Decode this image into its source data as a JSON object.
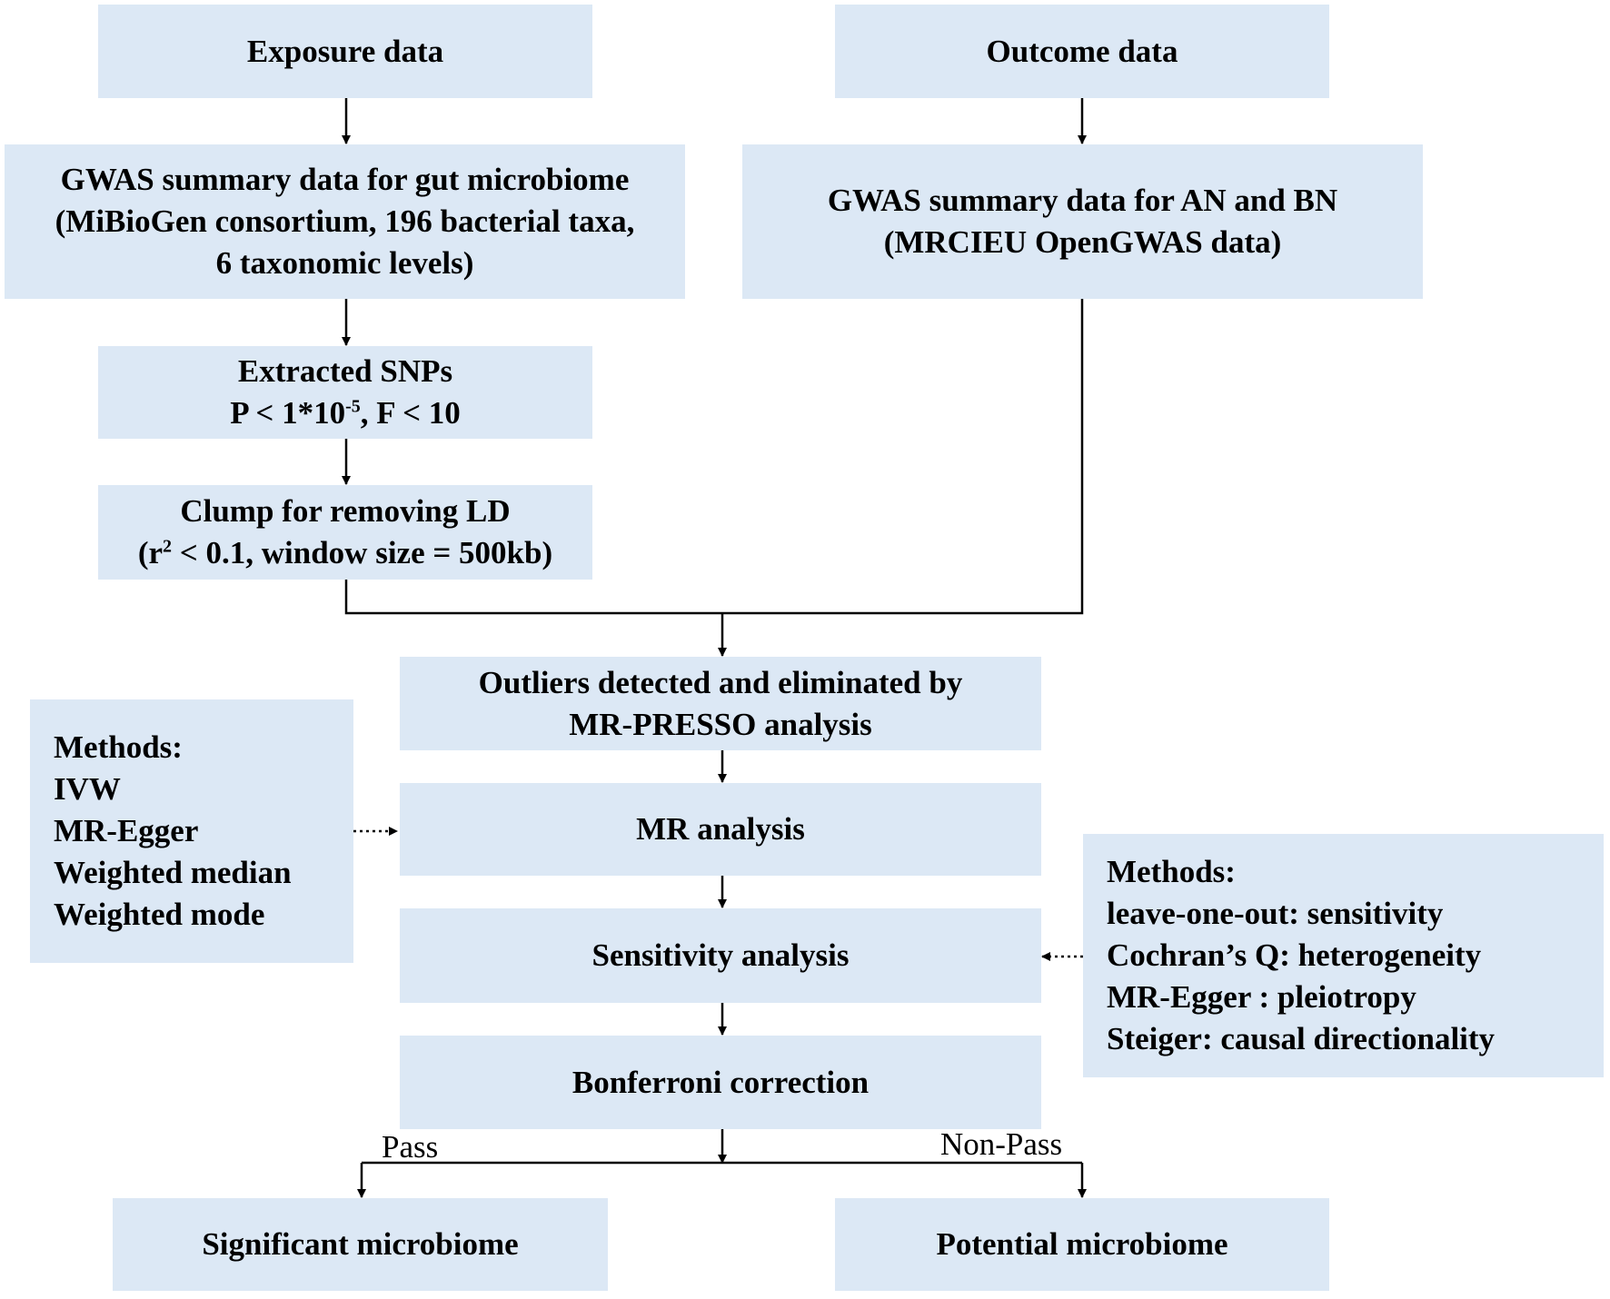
{
  "boxes": {
    "exposure_data": "Exposure data",
    "outcome_data": "Outcome data",
    "gwas_gut": {
      "line1": "GWAS summary data for gut microbiome",
      "line2": "(MiBioGen consortium, 196 bacterial taxa,",
      "line3": "6 taxonomic levels)"
    },
    "gwas_an_bn": {
      "line1": "GWAS summary data for AN and BN",
      "line2": "(MRCIEU OpenGWAS data)"
    },
    "extracted_snps": {
      "line1": "Extracted SNPs",
      "line2_pre": "P < 1*10",
      "line2_sup": "-5",
      "line2_post": ", F < 10"
    },
    "clump": {
      "line1": "Clump for removing LD",
      "line2_pre": "(r",
      "line2_sup": "2",
      "line2_post": " < 0.1, window size = 500kb)"
    },
    "outliers": {
      "line1": "Outliers detected and eliminated by",
      "line2": "MR-PRESSO analysis"
    },
    "mr_analysis": "MR analysis",
    "sensitivity_analysis": "Sensitivity analysis",
    "bonferroni": "Bonferroni correction",
    "significant": "Significant microbiome",
    "potential": "Potential microbiome",
    "methods_left": [
      "Methods:",
      "IVW",
      "MR-Egger",
      "Weighted median",
      "Weighted mode"
    ],
    "methods_right": [
      "Methods:",
      "leave-one-out: sensitivity",
      "Cochran’s Q: heterogeneity",
      "MR-Egger : pleiotropy",
      "Steiger: causal directionality"
    ]
  },
  "edge_labels": {
    "pass": "Pass",
    "non_pass": "Non-Pass"
  },
  "colors": {
    "box_fill": "#dce8f5",
    "line": "#000000"
  }
}
